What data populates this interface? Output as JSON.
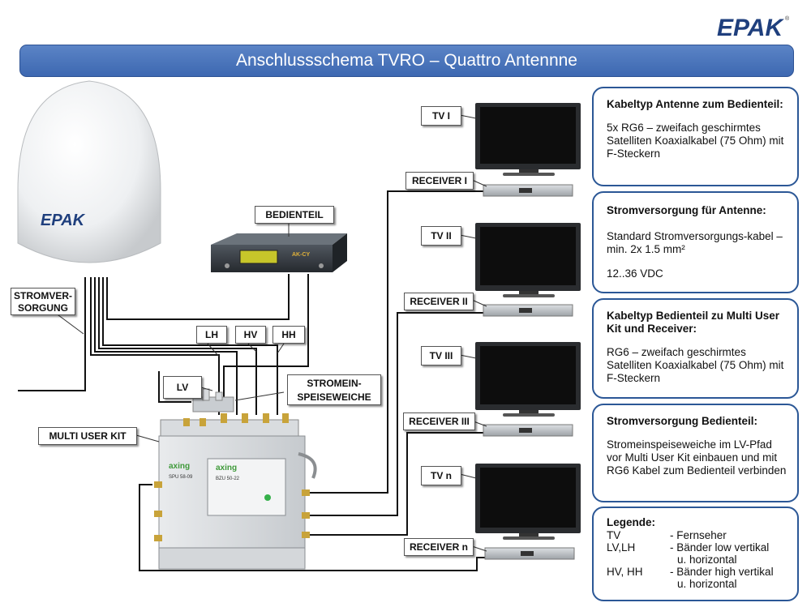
{
  "logo": {
    "brand": "EPAK",
    "registered_mark": "®"
  },
  "header": {
    "title": "Anschlussschema TVRO – Quattro Antennne"
  },
  "antenna": {
    "brand": "EPAK"
  },
  "labels": {
    "stromversorgung_line1": "STROMVER-",
    "stromversorgung_line2": "SORGUNG",
    "bedienteil": "BEDIENTEIL",
    "lh": "LH",
    "hv": "HV",
    "hh": "HH",
    "lv": "LV",
    "stromein_line1": "STROMEIN-",
    "stromein_line2": "SPEISEWEICHE",
    "multi_user_kit": "MULTI USER KIT"
  },
  "devices": {
    "bedienteil_brand": "AK-CY",
    "multiswitch_brand": "axing",
    "multiswitch_model": "SPU 58-09",
    "module_brand": "axing",
    "module_model": "BZU 50-22"
  },
  "tvs": [
    {
      "tv_label": "TV I",
      "receiver_label": "RECEIVER I"
    },
    {
      "tv_label": "TV II",
      "receiver_label": "RECEIVER II"
    },
    {
      "tv_label": "TV III",
      "receiver_label": "RECEIVER III"
    },
    {
      "tv_label": "TV n",
      "receiver_label": "RECEIVER n"
    }
  ],
  "info_boxes": [
    {
      "heading": "Kabeltyp Antenne zum Bedienteil:",
      "paragraphs": [
        "5x RG6 – zweifach geschirmtes Satelliten Koaxialkabel (75 Ohm) mit F-Steckern"
      ]
    },
    {
      "heading": "Stromversorgung für Antenne:",
      "paragraphs": [
        "Standard Stromversorgungs-kabel – min. 2x 1.5 mm²",
        "12..36 VDC"
      ]
    },
    {
      "heading": "Kabeltyp Bedienteil zu Multi User Kit und Receiver:",
      "paragraphs": [
        "RG6 – zweifach geschirmtes Satelliten Koaxialkabel (75 Ohm) mit F-Steckern"
      ]
    },
    {
      "heading": "Stromversorgung Bedienteil:",
      "paragraphs": [
        "Stromeinspeiseweiche im LV-Pfad vor Multi User Kit einbauen und mit RG6 Kabel zum Bedienteil verbinden"
      ]
    }
  ],
  "legend": {
    "title": "Legende:",
    "entries": [
      {
        "key": "TV",
        "value": "- Fernseher"
      },
      {
        "key": "LV,LH",
        "value": "- Bänder low vertikal"
      },
      {
        "key": "",
        "value": "u. horizontal"
      },
      {
        "key": "HV, HH",
        "value": "- Bänder high vertikal"
      },
      {
        "key": "",
        "value": "u. horizontal"
      }
    ]
  },
  "colors": {
    "title_bar": "#4a75bd",
    "info_border": "#2b5796",
    "screen": "#0d0d0d",
    "device_grey": "#bfc3c7"
  }
}
